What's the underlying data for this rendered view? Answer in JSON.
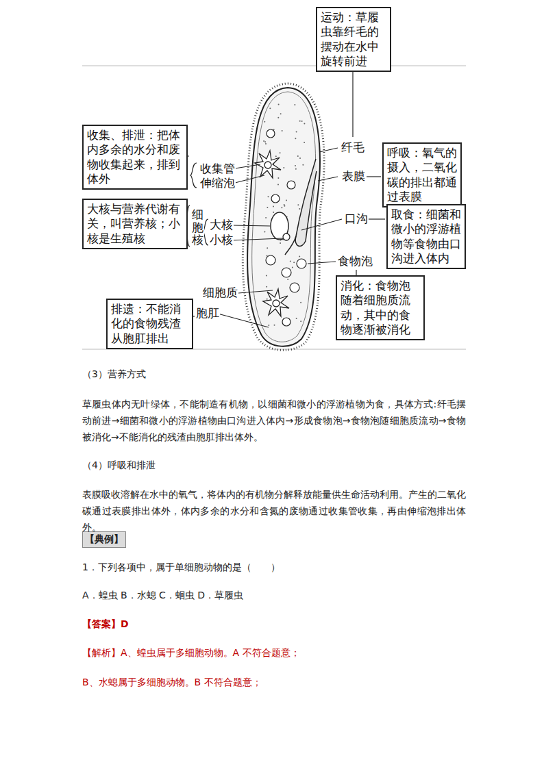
{
  "diagram": {
    "nodes": [
      {
        "text": [
          "运动：草履虫靠纤毛的摆动在水中旋转前进"
        ]
      },
      {
        "text": [
          "收集、排泄：把体内多余的水分和废物收集起来，排到体外"
        ]
      },
      {
        "text": [
          "呼吸：氧气的摄入，二氧化碳的排出都通过表膜"
        ]
      },
      {
        "text": [
          "大核与营养代谢有关，叫营养核；小核是生殖核"
        ]
      },
      {
        "text": [
          "取食：细菌和微小的浮游植物等食物由口沟进入体内"
        ]
      },
      {
        "text": [
          "消化：食物泡随着细胞质流动，其中的食物逐渐被消化"
        ]
      },
      {
        "text": [
          "排遗：不能消化的食物残渣从胞肛排出"
        ]
      },
      {
        "text": [
          "【典例】"
        ]
      }
    ],
    "labels": [
      "纤毛",
      "收集管",
      "伸缩泡",
      "表膜",
      "细胞核",
      "大核",
      "小核",
      "口沟",
      "食物泡",
      "细胞质",
      "胞肛",
      "（3）营养方式",
      "草履虫体内无叶绿体，不能制造有机物，以细菌和微小的浮游植物为食，具体方式:纤毛摆动前进→细菌和微小的浮游植物由口沟进入体内→形成食物泡→食物泡随细胞质流动→食物被消化→不能消化的残渣由胞肛排出体外。",
      "（4）呼吸和排泄",
      "表膜吸收溶解在水中的氧气，将体内的有机物分解释放能量供生命活动利用。产生的二氧化碳通过表膜排出体外，体内多余的水分和含氮的废物通过收集管收集，再由伸缩泡排出体外。",
      "1．下列各项中，属于单细胞动物的是（　　）",
      "A．蝗虫 B．水螅 C．蛔虫 D．草履虫",
      "【答案】D",
      "【解析】A、蝗虫属于多细胞动物。A 不符合题意；",
      "B、水螅属于多细胞动物。B 不符合题意；"
    ]
  }
}
